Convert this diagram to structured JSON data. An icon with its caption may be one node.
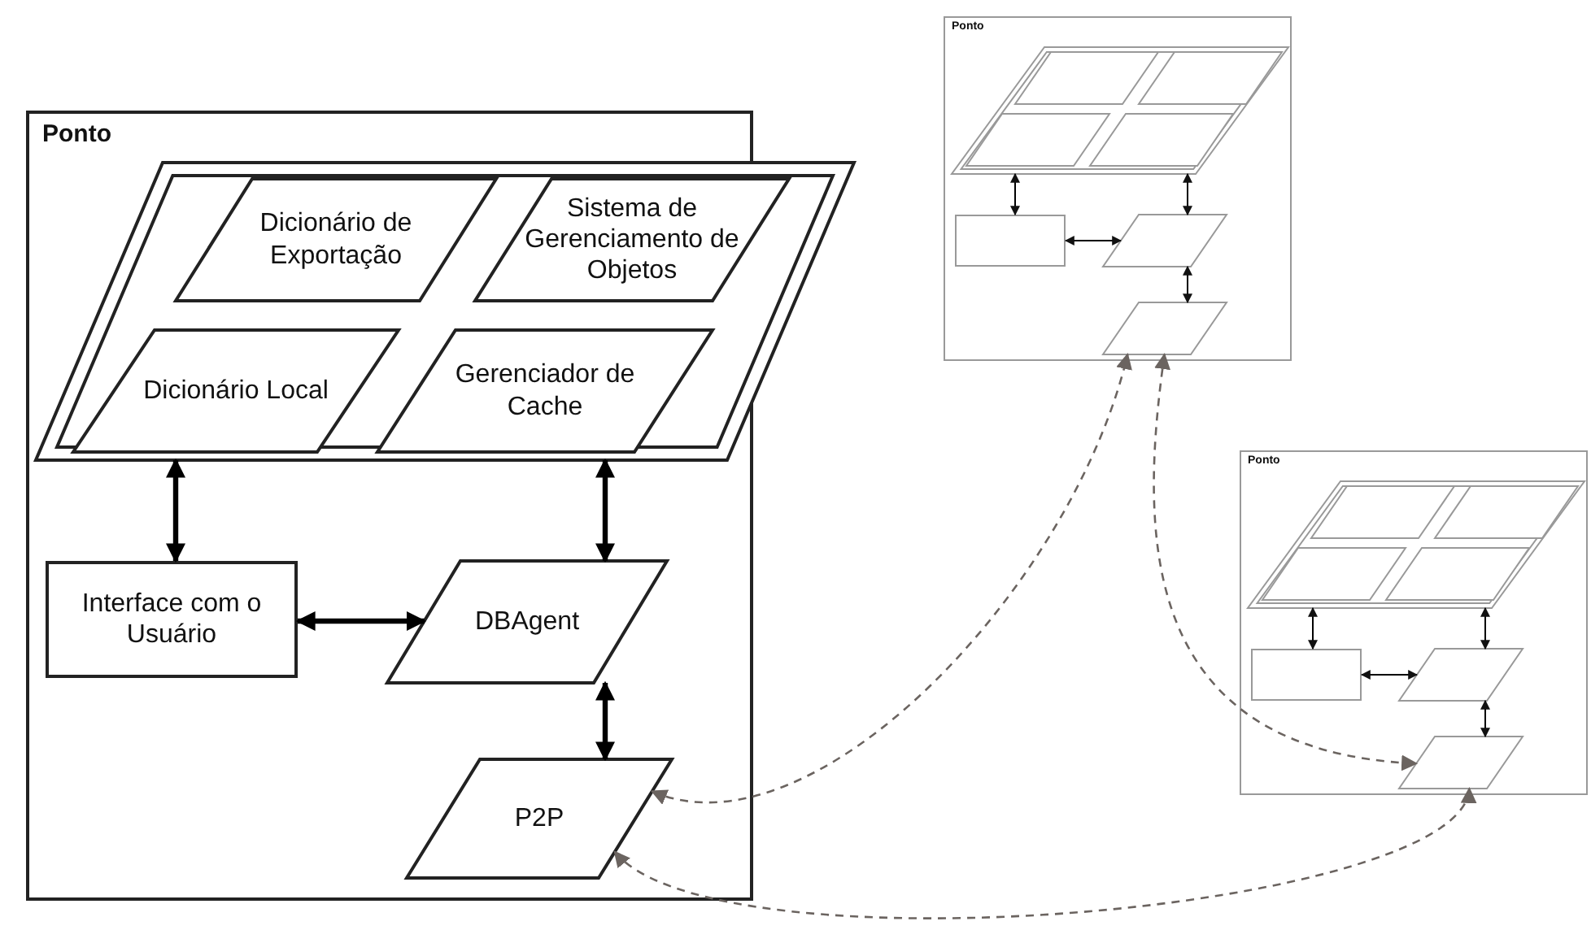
{
  "diagram": {
    "nodes": [
      {
        "text": [
          "Ponto"
        ]
      },
      {
        "text": [],
        "shape": "parallelogram"
      },
      {
        "text": [
          "Dicionário de Exportação"
        ],
        "in": 1
      },
      {
        "text": [
          "Sistema de Gerenciamento de Objetos"
        ],
        "in": 1
      },
      {
        "text": [
          "Dicionário Local"
        ],
        "in": 1
      },
      {
        "text": [
          "Gerenciador de Cache"
        ],
        "in": 1
      },
      {
        "text": [
          "Interface com o Usuário"
        ],
        "in": 0
      },
      {
        "text": [
          "DBAgent"
        ],
        "in": 0
      },
      {
        "text": [
          "P2P"
        ],
        "in": 0
      },
      {
        "text": [
          "Ponto"
        ]
      },
      {
        "text": [],
        "shape": "parallelogram",
        "in": 9
      },
      {
        "text": [],
        "shape": "parallelogram",
        "in": 10
      },
      {
        "text": [],
        "shape": "parallelogram",
        "in": 10
      },
      {
        "text": [],
        "shape": "parallelogram",
        "in": 10
      },
      {
        "text": [],
        "shape": "parallelogram",
        "in": 10
      },
      {
        "text": [],
        "shape": "box",
        "in": 9
      },
      {
        "text": [],
        "shape": "parallelogram",
        "in": 9
      },
      {
        "text": [],
        "shape": "parallelogram",
        "in": 9
      },
      {
        "text": [
          "Ponto"
        ]
      },
      {
        "text": [],
        "shape": "parallelogram",
        "in": 18
      },
      {
        "text": [],
        "shape": "parallelogram",
        "in": 19
      },
      {
        "text": [],
        "shape": "parallelogram",
        "in": 19
      },
      {
        "text": [],
        "shape": "parallelogram",
        "in": 19
      },
      {
        "text": [],
        "shape": "parallelogram",
        "in": 19
      },
      {
        "text": [],
        "shape": "box",
        "in": 18
      },
      {
        "text": [],
        "shape": "parallelogram",
        "in": 18
      },
      {
        "text": [],
        "shape": "parallelogram",
        "in": 18
      }
    ],
    "edges": [
      {
        "from": 1,
        "to": 6,
        "arrow": "both",
        "style": "thick"
      },
      {
        "from": 1,
        "to": 7,
        "arrow": "both",
        "style": "thick"
      },
      {
        "from": 6,
        "to": 7,
        "arrow": "both",
        "style": "thick"
      },
      {
        "from": 7,
        "to": 8,
        "arrow": "both",
        "style": "thick"
      },
      {
        "from": 10,
        "to": 15,
        "arrow": "both"
      },
      {
        "from": 10,
        "to": 16,
        "arrow": "both"
      },
      {
        "from": 15,
        "to": 16,
        "arrow": "both"
      },
      {
        "from": 16,
        "to": 17,
        "arrow": "both"
      },
      {
        "from": 19,
        "to": 24,
        "arrow": "both"
      },
      {
        "from": 19,
        "to": 25,
        "arrow": "both"
      },
      {
        "from": 24,
        "to": 25,
        "arrow": "both"
      },
      {
        "from": 25,
        "to": 26,
        "arrow": "both"
      },
      {
        "from": 8,
        "to": 17,
        "arrow": "both",
        "style": "dashed",
        "color": "#6b6460"
      },
      {
        "from": 17,
        "to": 26,
        "arrow": "both",
        "style": "dashed",
        "color": "#6b6460"
      },
      {
        "from": 8,
        "to": 26,
        "arrow": "both",
        "style": "dashed",
        "color": "#6b6460"
      }
    ]
  }
}
